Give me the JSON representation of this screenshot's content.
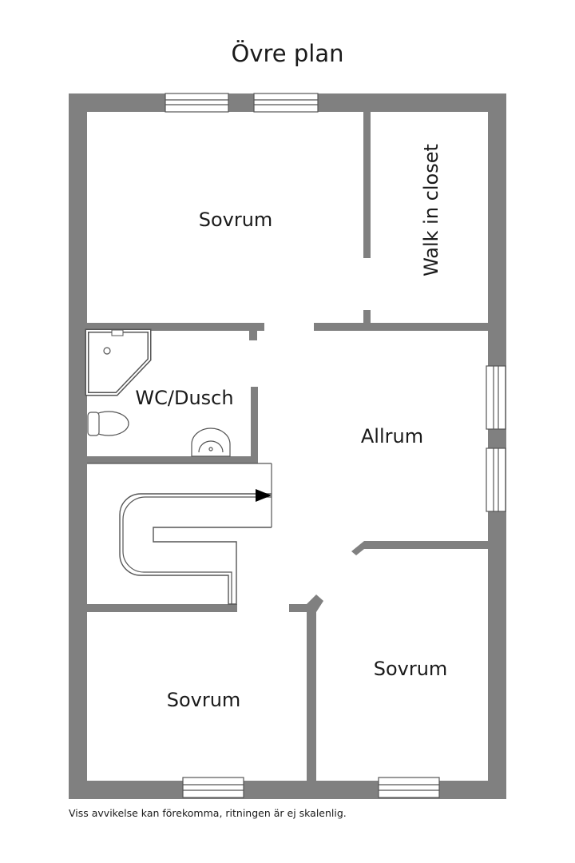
{
  "title": "Övre plan",
  "rooms": {
    "bedroom_top": "Sovrum",
    "walk_in_closet": "Walk in closet",
    "wc_shower": "WC/Dusch",
    "family_room": "Allrum",
    "bedroom_bottom_left": "Sovrum",
    "bedroom_bottom_right": "Sovrum"
  },
  "disclaimer": "Viss avvikelse kan förekomma, ritningen är ej skalenlig.",
  "colors": {
    "wall": "#808080",
    "window_frame": "#555555",
    "text": "#1a1a1a"
  }
}
